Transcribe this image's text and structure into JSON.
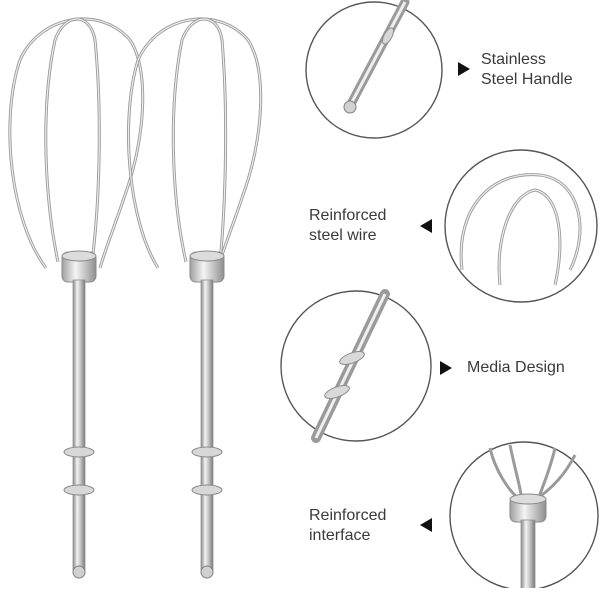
{
  "callouts": [
    {
      "line1": "Stainless",
      "line2": "Steel Handle"
    },
    {
      "line1": "Reinforced",
      "line2": "steel wire"
    },
    {
      "line1": "Media Design",
      "line2": ""
    },
    {
      "line1": "Reinforced",
      "line2": "interface"
    }
  ],
  "colors": {
    "steel_light": "#e8e8e8",
    "steel_mid": "#b9b9b9",
    "steel_dark": "#7d7d7d",
    "circle_border": "#555555",
    "arrow": "#111111",
    "text": "#3a3a3a"
  }
}
